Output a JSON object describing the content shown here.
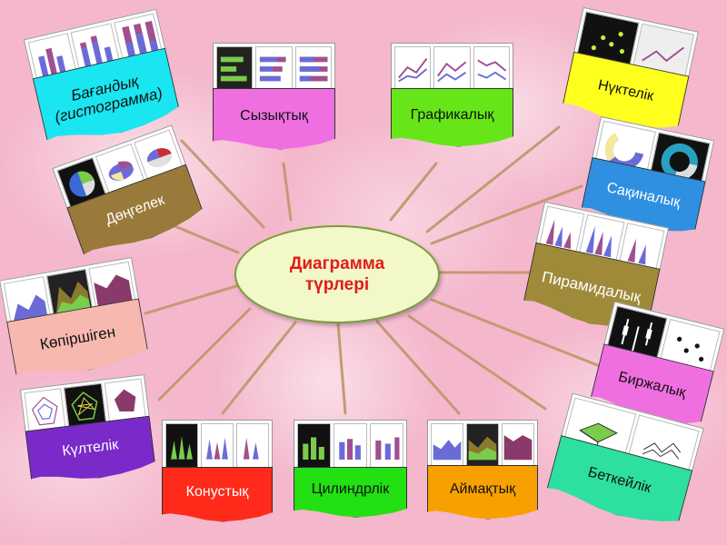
{
  "center": {
    "title": "Диаграмма түрлері"
  },
  "types": {
    "bar": {
      "label": "Бағандық (гистограмма)",
      "color": "#19e6f0"
    },
    "line_bar": {
      "label": "Сызықтық",
      "color": "#f06fe0"
    },
    "graph": {
      "label": "Графикалық",
      "color": "#66e619"
    },
    "dot": {
      "label": "Нүктелік",
      "color": "#ffff1e"
    },
    "circle": {
      "label": "Дөңгелек",
      "color": "#9a7a3a"
    },
    "ring": {
      "label": "Сақиналық",
      "color": "#2f8fe0"
    },
    "pyramid": {
      "label": "Пирамидалық",
      "color": "#9f8a3a"
    },
    "layered": {
      "label": "Көпіршіген",
      "color": "#f7b8b0"
    },
    "exchange": {
      "label": "Биржалық",
      "color": "#f06fe0"
    },
    "petal": {
      "label": "Күлтелік",
      "color": "#7a2ac8"
    },
    "surface": {
      "label": "Беткейлік",
      "color": "#2ee0a0"
    },
    "cone": {
      "label": "Конустық",
      "color": "#ff2a1a"
    },
    "cylinder": {
      "label": "Цилиндрлік",
      "color": "#22e012"
    },
    "area": {
      "label": "Аймақтық",
      "color": "#f8a000"
    }
  }
}
